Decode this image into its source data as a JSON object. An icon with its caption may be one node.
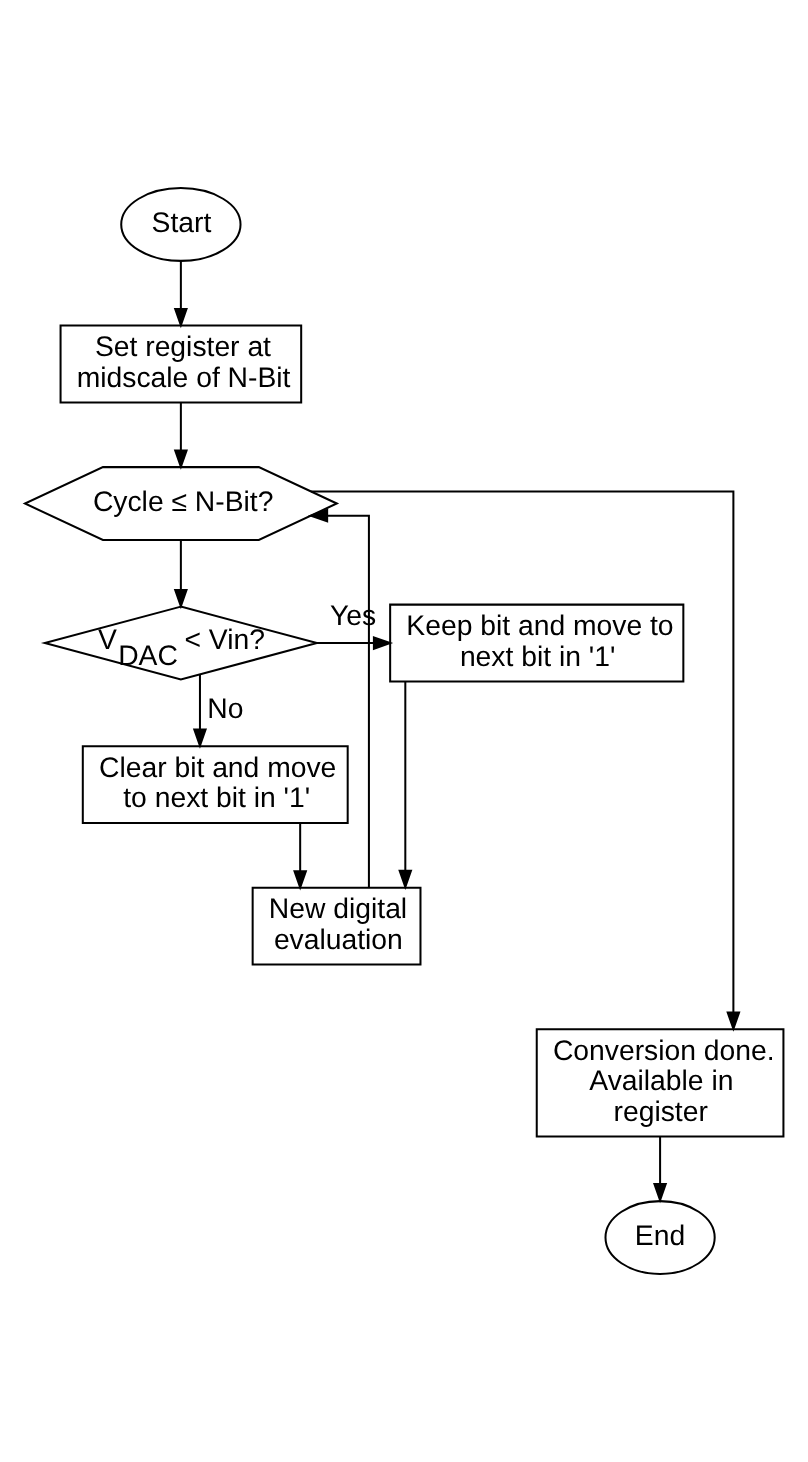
{
  "diagram": {
    "nodes": [
      {
        "text": [
          "Start"
        ]
      },
      {
        "text": [
          "Set register at midscale of N-Bit"
        ]
      },
      {
        "text": [
          "Cycle ≤ N-Bit?"
        ]
      },
      {
        "text": [
          "V$_{DAC}$ < Vin?"
        ]
      },
      {
        "text": [
          "Keep bit and move to next bit in '1'"
        ]
      },
      {
        "text": [
          "Clear bit and move to next bit in '1'"
        ]
      },
      {
        "text": [
          "New digital evaluation"
        ]
      },
      {
        "text": [
          "Conversion done. Available in register"
        ]
      },
      {
        "text": [
          "End"
        ]
      }
    ],
    "edges": [
      {
        "from": 0,
        "to": 1,
        "arrow": "to"
      },
      {
        "from": 1,
        "to": 2,
        "arrow": "to"
      },
      {
        "from": 2,
        "to": 3,
        "arrow": "to"
      },
      {
        "from": 3,
        "to": 4,
        "arrow": "to",
        "label": "Yes"
      },
      {
        "from": 3,
        "to": 5,
        "arrow": "to",
        "label": "No"
      },
      {
        "from": 5,
        "to": 6,
        "arrow": "to"
      },
      {
        "from": 4,
        "to": 6,
        "arrow": "to"
      },
      {
        "from": 6,
        "to": 2,
        "arrow": "to"
      },
      {
        "from": 2,
        "to": 7,
        "arrow": "to"
      },
      {
        "from": 7,
        "to": 8,
        "arrow": "to"
      }
    ]
  }
}
